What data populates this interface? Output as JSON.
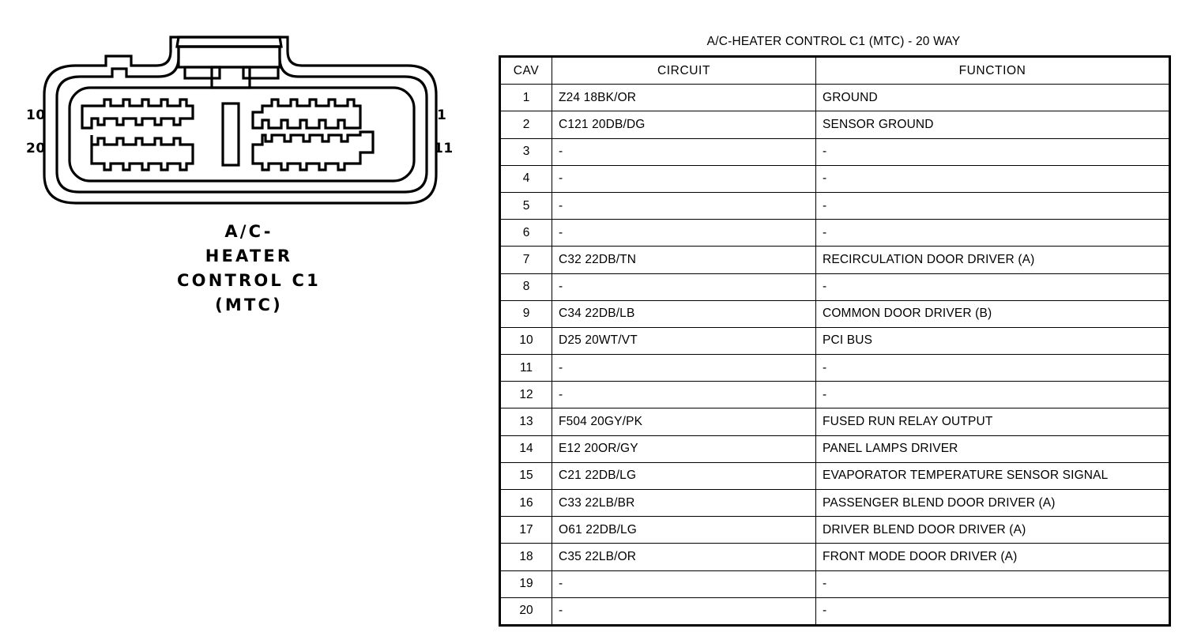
{
  "connector": {
    "caption_lines": [
      "A/C-",
      "HEATER",
      "CONTROL C1",
      "(MTC)"
    ],
    "pin_labels": {
      "top_left": "10",
      "bottom_left": "20",
      "top_right": "1",
      "bottom_right": "11"
    }
  },
  "table": {
    "title": "A/C-HEATER CONTROL C1 (MTC) - 20 WAY",
    "headers": [
      "CAV",
      "CIRCUIT",
      "FUNCTION"
    ],
    "rows": [
      {
        "cav": "1",
        "circuit": "Z24 18BK/OR",
        "function": "GROUND"
      },
      {
        "cav": "2",
        "circuit": "C121 20DB/DG",
        "function": "SENSOR GROUND"
      },
      {
        "cav": "3",
        "circuit": "-",
        "function": "-"
      },
      {
        "cav": "4",
        "circuit": "-",
        "function": "-"
      },
      {
        "cav": "5",
        "circuit": "-",
        "function": "-"
      },
      {
        "cav": "6",
        "circuit": "-",
        "function": "-"
      },
      {
        "cav": "7",
        "circuit": "C32 22DB/TN",
        "function": "RECIRCULATION DOOR DRIVER (A)"
      },
      {
        "cav": "8",
        "circuit": "-",
        "function": "-"
      },
      {
        "cav": "9",
        "circuit": "C34 22DB/LB",
        "function": "COMMON DOOR DRIVER (B)"
      },
      {
        "cav": "10",
        "circuit": "D25 20WT/VT",
        "function": "PCI BUS"
      },
      {
        "cav": "11",
        "circuit": "-",
        "function": "-"
      },
      {
        "cav": "12",
        "circuit": "-",
        "function": "-"
      },
      {
        "cav": "13",
        "circuit": "F504 20GY/PK",
        "function": "FUSED RUN RELAY OUTPUT"
      },
      {
        "cav": "14",
        "circuit": "E12 20OR/GY",
        "function": "PANEL LAMPS DRIVER"
      },
      {
        "cav": "15",
        "circuit": "C21 22DB/LG",
        "function": "EVAPORATOR TEMPERATURE SENSOR SIGNAL"
      },
      {
        "cav": "16",
        "circuit": "C33 22LB/BR",
        "function": "PASSENGER BLEND DOOR DRIVER (A)"
      },
      {
        "cav": "17",
        "circuit": "O61 22DB/LG",
        "function": "DRIVER BLEND DOOR DRIVER (A)"
      },
      {
        "cav": "18",
        "circuit": "C35 22LB/OR",
        "function": "FRONT MODE DOOR DRIVER (A)"
      },
      {
        "cav": "19",
        "circuit": "-",
        "function": "-"
      },
      {
        "cav": "20",
        "circuit": "-",
        "function": "-"
      }
    ]
  }
}
